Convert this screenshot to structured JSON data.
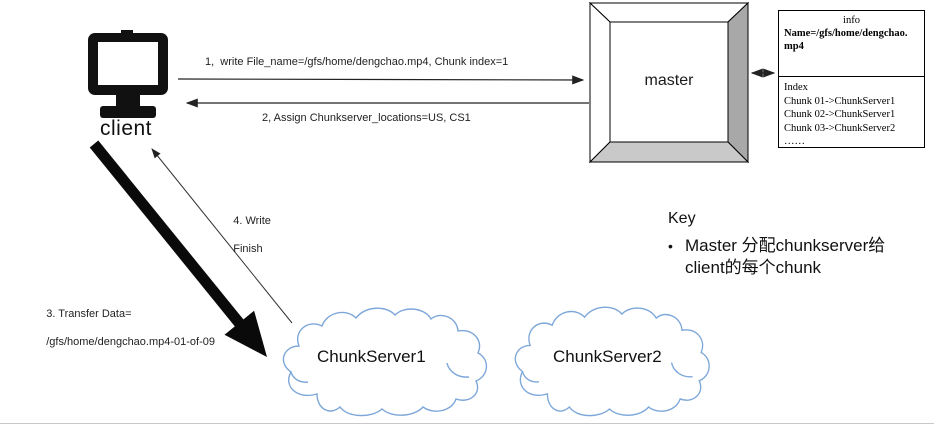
{
  "diagram": {
    "client_label": "client",
    "master_label": "master",
    "messages": {
      "step1": "1,  write File_name=/gfs/home/dengchao.mp4, Chunk index=1",
      "step2": "2, Assign Chunkserver_locations=US, CS1",
      "step3_line1": "3. Transfer Data=",
      "step3_line2": "/gfs/home/dengchao.mp4-01-of-09",
      "step4_line1": "4. Write",
      "step4_line2": "Finish"
    },
    "info_table": {
      "title": "info",
      "name_line1": "Name=/gfs/home/dengchao.",
      "name_line2": "mp4",
      "index_label": "Index",
      "mappings": [
        "Chunk 01->ChunkServer1",
        "Chunk 02->ChunkServer1",
        "Chunk 03->ChunkServer2",
        "……"
      ]
    },
    "key": {
      "title": "Key",
      "bullet": "•",
      "bullet_line1": "Master 分配chunkserver给",
      "bullet_line2": "client的每个chunk"
    },
    "chunkserver1_label": "ChunkServer1",
    "chunkserver2_label": "ChunkServer2",
    "colors": {
      "cloud_stroke": "#7da7d9",
      "box_right_face": "#a8a8a8",
      "box_bottom_face": "#c9c9c9",
      "line_color": "#000000"
    }
  }
}
